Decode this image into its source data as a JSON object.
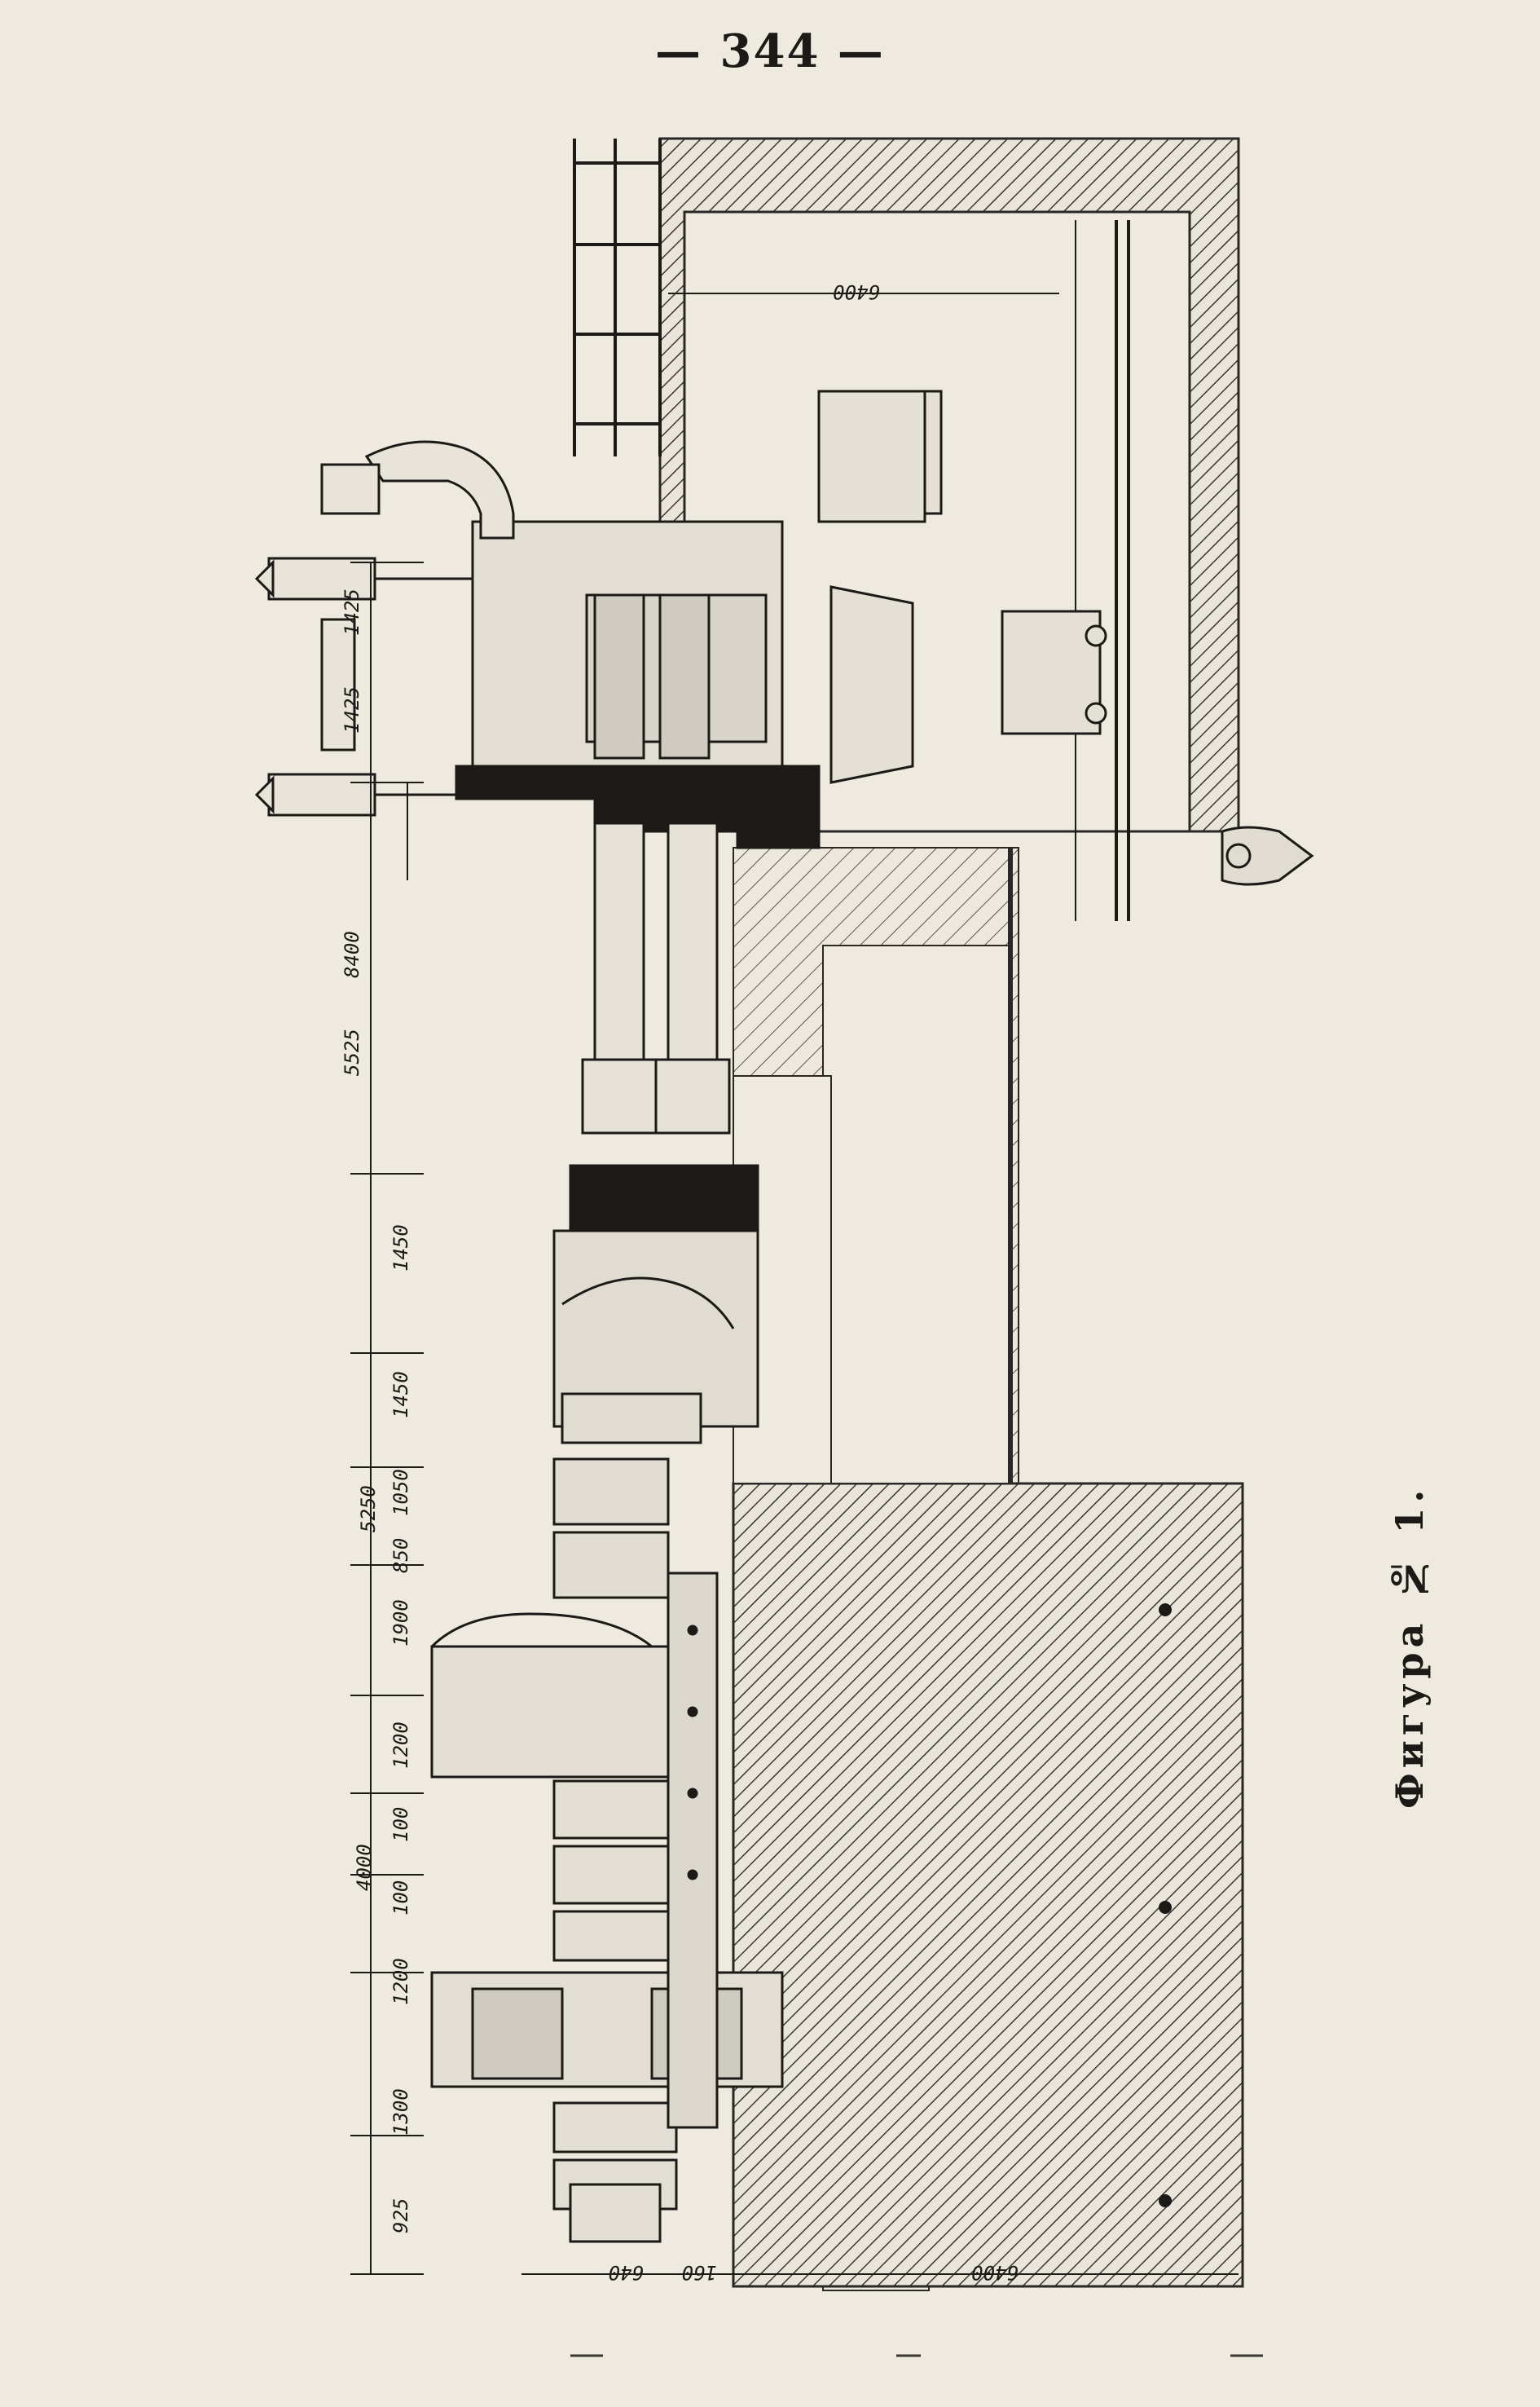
{
  "page": {
    "number": "— 344 —"
  },
  "figure": {
    "caption": "Фигура № 1.",
    "dimensions": {
      "top_width": "6400",
      "bottom_width": "6400",
      "bottom_a": "640",
      "bottom_b": "160",
      "left_vert": [
        "1425",
        "1425",
        "8400",
        "5525",
        "1450",
        "1450",
        "1050",
        "5250",
        "850",
        "1900",
        "1200",
        "100",
        "4000",
        "100",
        "1200",
        "1300",
        "925"
      ]
    }
  }
}
